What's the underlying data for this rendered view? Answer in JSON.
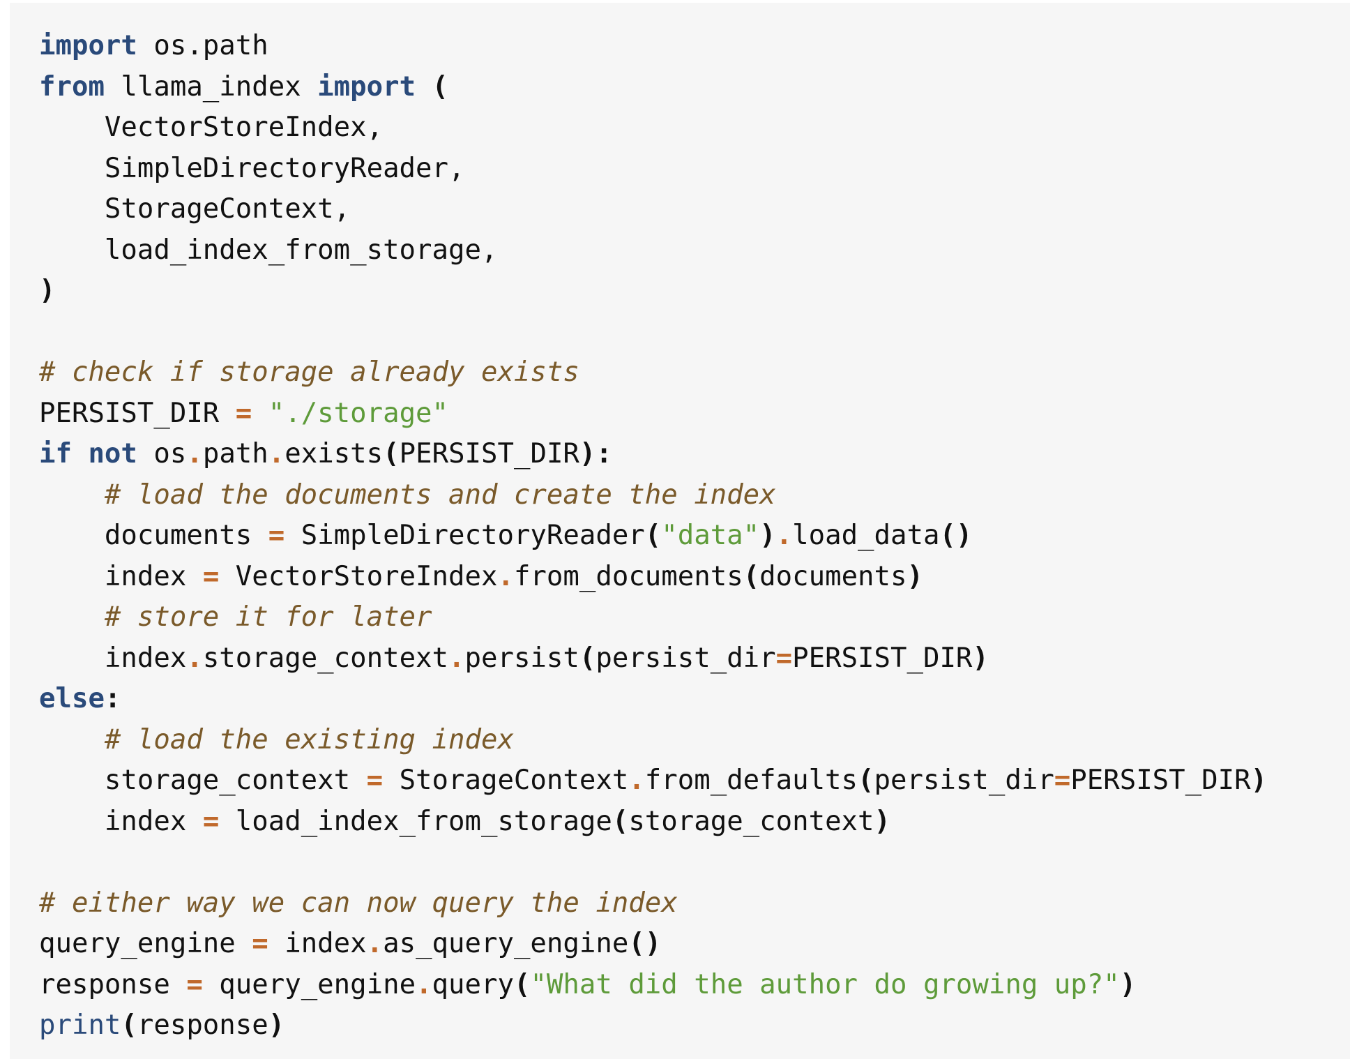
{
  "code": {
    "lines": [
      [
        {
          "t": "import",
          "c": "kw"
        },
        {
          "t": " os.path",
          "c": ""
        }
      ],
      [
        {
          "t": "from",
          "c": "kw"
        },
        {
          "t": " llama_index ",
          "c": ""
        },
        {
          "t": "import",
          "c": "kw"
        },
        {
          "t": " ",
          "c": ""
        },
        {
          "t": "(",
          "c": "pn"
        }
      ],
      [
        {
          "t": "    VectorStoreIndex,",
          "c": ""
        }
      ],
      [
        {
          "t": "    SimpleDirectoryReader,",
          "c": ""
        }
      ],
      [
        {
          "t": "    StorageContext,",
          "c": ""
        }
      ],
      [
        {
          "t": "    load_index_from_storage,",
          "c": ""
        }
      ],
      [
        {
          "t": ")",
          "c": "pn"
        }
      ],
      [],
      [
        {
          "t": "# check if storage already exists",
          "c": "cm"
        }
      ],
      [
        {
          "t": "PERSIST_DIR ",
          "c": ""
        },
        {
          "t": "=",
          "c": "op"
        },
        {
          "t": " ",
          "c": ""
        },
        {
          "t": "\"./storage\"",
          "c": "str"
        }
      ],
      [
        {
          "t": "if",
          "c": "kw"
        },
        {
          "t": " ",
          "c": ""
        },
        {
          "t": "not",
          "c": "kw"
        },
        {
          "t": " os",
          "c": ""
        },
        {
          "t": ".",
          "c": "op"
        },
        {
          "t": "path",
          "c": ""
        },
        {
          "t": ".",
          "c": "op"
        },
        {
          "t": "exists",
          "c": ""
        },
        {
          "t": "(",
          "c": "pn"
        },
        {
          "t": "PERSIST_DIR",
          "c": ""
        },
        {
          "t": "):",
          "c": "pn"
        }
      ],
      [
        {
          "t": "    ",
          "c": ""
        },
        {
          "t": "# load the documents and create the index",
          "c": "cm"
        }
      ],
      [
        {
          "t": "    documents ",
          "c": ""
        },
        {
          "t": "=",
          "c": "op"
        },
        {
          "t": " SimpleDirectoryReader",
          "c": ""
        },
        {
          "t": "(",
          "c": "pn"
        },
        {
          "t": "\"data\"",
          "c": "str"
        },
        {
          "t": ")",
          "c": "pn"
        },
        {
          "t": ".",
          "c": "op"
        },
        {
          "t": "load_data",
          "c": ""
        },
        {
          "t": "()",
          "c": "pn"
        }
      ],
      [
        {
          "t": "    index ",
          "c": ""
        },
        {
          "t": "=",
          "c": "op"
        },
        {
          "t": " VectorStoreIndex",
          "c": ""
        },
        {
          "t": ".",
          "c": "op"
        },
        {
          "t": "from_documents",
          "c": ""
        },
        {
          "t": "(",
          "c": "pn"
        },
        {
          "t": "documents",
          "c": ""
        },
        {
          "t": ")",
          "c": "pn"
        }
      ],
      [
        {
          "t": "    ",
          "c": ""
        },
        {
          "t": "# store it for later",
          "c": "cm"
        }
      ],
      [
        {
          "t": "    index",
          "c": ""
        },
        {
          "t": ".",
          "c": "op"
        },
        {
          "t": "storage_context",
          "c": ""
        },
        {
          "t": ".",
          "c": "op"
        },
        {
          "t": "persist",
          "c": ""
        },
        {
          "t": "(",
          "c": "pn"
        },
        {
          "t": "persist_dir",
          "c": ""
        },
        {
          "t": "=",
          "c": "op"
        },
        {
          "t": "PERSIST_DIR",
          "c": ""
        },
        {
          "t": ")",
          "c": "pn"
        }
      ],
      [
        {
          "t": "else",
          "c": "kw"
        },
        {
          "t": ":",
          "c": "pn"
        }
      ],
      [
        {
          "t": "    ",
          "c": ""
        },
        {
          "t": "# load the existing index",
          "c": "cm"
        }
      ],
      [
        {
          "t": "    storage_context ",
          "c": ""
        },
        {
          "t": "=",
          "c": "op"
        },
        {
          "t": " StorageContext",
          "c": ""
        },
        {
          "t": ".",
          "c": "op"
        },
        {
          "t": "from_defaults",
          "c": ""
        },
        {
          "t": "(",
          "c": "pn"
        },
        {
          "t": "persist_dir",
          "c": ""
        },
        {
          "t": "=",
          "c": "op"
        },
        {
          "t": "PERSIST_DIR",
          "c": ""
        },
        {
          "t": ")",
          "c": "pn"
        }
      ],
      [
        {
          "t": "    index ",
          "c": ""
        },
        {
          "t": "=",
          "c": "op"
        },
        {
          "t": " load_index_from_storage",
          "c": ""
        },
        {
          "t": "(",
          "c": "pn"
        },
        {
          "t": "storage_context",
          "c": ""
        },
        {
          "t": ")",
          "c": "pn"
        }
      ],
      [],
      [
        {
          "t": "# either way we can now query the index",
          "c": "cm"
        }
      ],
      [
        {
          "t": "query_engine ",
          "c": ""
        },
        {
          "t": "=",
          "c": "op"
        },
        {
          "t": " index",
          "c": ""
        },
        {
          "t": ".",
          "c": "op"
        },
        {
          "t": "as_query_engine",
          "c": ""
        },
        {
          "t": "()",
          "c": "pn"
        }
      ],
      [
        {
          "t": "response ",
          "c": ""
        },
        {
          "t": "=",
          "c": "op"
        },
        {
          "t": " query_engine",
          "c": ""
        },
        {
          "t": ".",
          "c": "op"
        },
        {
          "t": "query",
          "c": ""
        },
        {
          "t": "(",
          "c": "pn"
        },
        {
          "t": "\"What did the author do growing up?\"",
          "c": "str"
        },
        {
          "t": ")",
          "c": "pn"
        }
      ],
      [
        {
          "t": "print",
          "c": "bi"
        },
        {
          "t": "(",
          "c": "pn"
        },
        {
          "t": "response",
          "c": ""
        },
        {
          "t": ")",
          "c": "pn"
        }
      ]
    ]
  },
  "colors": {
    "background": "#f6f6f6",
    "keyword": "#2a4a7a",
    "operator": "#c0692b",
    "string": "#5e9b3a",
    "comment": "#7a5a2a",
    "text": "#111111"
  }
}
